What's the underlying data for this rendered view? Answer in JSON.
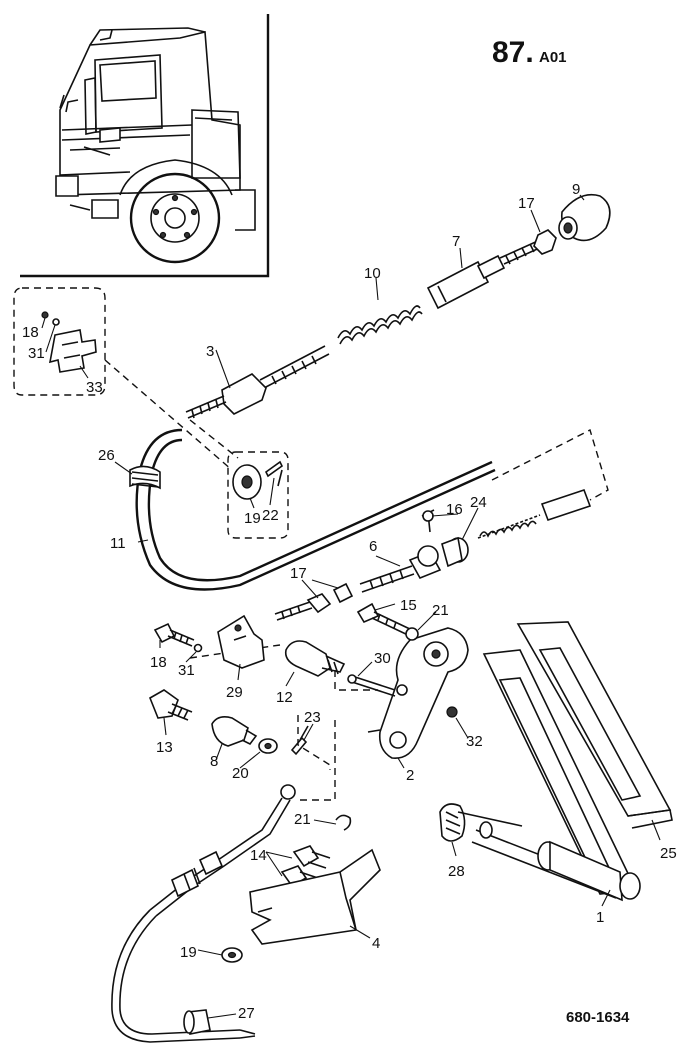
{
  "header": {
    "page_number": "87.",
    "page_suffix": "A01"
  },
  "footer": {
    "reference": "680-1634"
  },
  "callouts": {
    "c1": "1",
    "c2": "2",
    "c3": "3",
    "c4": "4",
    "c6": "6",
    "c7": "7",
    "c8": "8",
    "c9": "9",
    "c10": "10",
    "c11": "11",
    "c12": "12",
    "c13": "13",
    "c14": "14",
    "c15": "15",
    "c16": "16",
    "c17a": "17",
    "c17b": "17",
    "c18a": "18",
    "c18b": "18",
    "c19a": "19",
    "c19b": "19",
    "c20": "20",
    "c21a": "21",
    "c21b": "21",
    "c22": "22",
    "c23": "23",
    "c24": "24",
    "c25": "25",
    "c26": "26",
    "c27": "27",
    "c28": "28",
    "c29": "29",
    "c30": "30",
    "c31a": "31",
    "c31b": "31",
    "c32": "32",
    "c33": "33"
  }
}
